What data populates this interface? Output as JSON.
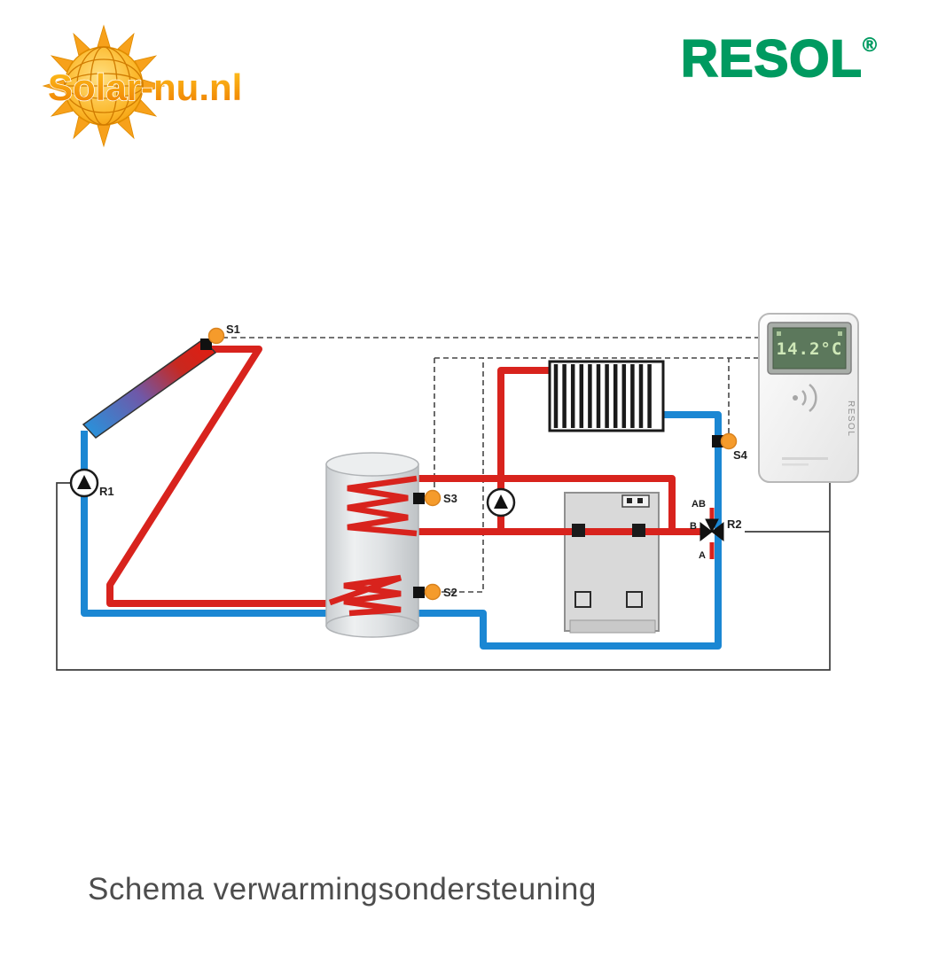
{
  "header": {
    "solar_logo": {
      "text": "Solar-nu.nl"
    },
    "resol_logo": {
      "text": "RESOL",
      "reg": "®"
    }
  },
  "caption": {
    "text": "Schema verwarmingsondersteuning"
  },
  "diagram": {
    "labels": {
      "s1": "S1",
      "s2": "S2",
      "s3": "S3",
      "s4": "S4",
      "r1": "R1",
      "r2": "R2",
      "valve_ab": "AB",
      "valve_b": "B",
      "valve_a": "A"
    },
    "controller": {
      "lcd_text": "14.2°C",
      "brand_side": "RESOL"
    },
    "colors": {
      "hot_pipe": "#d8231d",
      "cold_pipe": "#1b87d3",
      "sensor": "#f59b2b",
      "resol_green": "#009a60",
      "logo_orange": "#f7a11b",
      "lcd_bg": "#5c785c",
      "lcd_text_color": "#cfe8b8"
    }
  }
}
